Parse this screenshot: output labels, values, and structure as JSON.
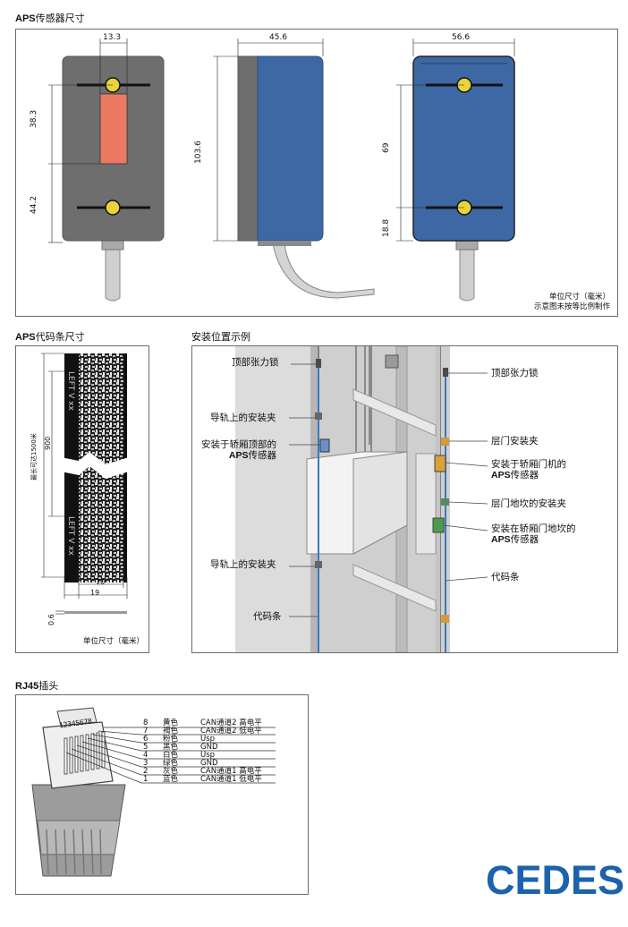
{
  "sections": {
    "sensor_dims": {
      "prefix": "APS",
      "title": "传感器尺寸"
    },
    "code_strip": {
      "prefix": "APS",
      "title": "代码条尺寸"
    },
    "installation": {
      "title": "安装位置示例"
    },
    "rj45": {
      "prefix": "RJ45",
      "title": "插头"
    }
  },
  "sensor_dims": {
    "front_width": "13.3",
    "front_upper": "38.3",
    "front_lower": "44.2",
    "side_depth": "45.6",
    "side_height": "103.6",
    "back_width": "56.6",
    "back_upper": "69",
    "back_lower": "18.8",
    "note_units": "单位尺寸（毫米）",
    "note_scale": "示意图未按等比例制作"
  },
  "code_strip": {
    "text_left": "LEFT",
    "text_v": "V",
    "text_xx": "xx",
    "max_length": "最长可达1500米",
    "segment": "900",
    "inner_width": "10",
    "outer_width": "19",
    "thickness": "0.6",
    "note_units": "单位尺寸（毫米）"
  },
  "installation": {
    "top_tension_left": "顶部张力锁",
    "rail_clip_upper": "导轨上的安装夹",
    "car_top_sensor_line1": "安装于轿厢顶部的",
    "car_top_sensor_prefix": "APS",
    "car_top_sensor_suffix": "传感器",
    "rail_clip_lower": "导轨上的安装夹",
    "code_strip_left": "代码条",
    "top_tension_right": "顶部张力锁",
    "landing_door_clip": "层门安装夹",
    "door_machine_line1": "安装于轿厢门机的",
    "door_machine_prefix": "APS",
    "door_machine_suffix": "传感器",
    "landing_sill_clip": "层门地坎的安装夹",
    "door_sill_line1": "安装在轿厢门地坎的",
    "door_sill_prefix": "APS",
    "door_sill_suffix": "传感器",
    "code_strip_right": "代码条"
  },
  "rj45": {
    "pin_numbers_text": "12345678",
    "pins": [
      {
        "pin": "8",
        "color": "黄色",
        "signal": "CAN通道2 高电平"
      },
      {
        "pin": "7",
        "color": "褐色",
        "signal": "CAN通道2 低电平"
      },
      {
        "pin": "6",
        "color": "粉色",
        "signal": "Usp"
      },
      {
        "pin": "5",
        "color": "黑色",
        "signal": "GND"
      },
      {
        "pin": "4",
        "color": "白色",
        "signal": "Usp"
      },
      {
        "pin": "3",
        "color": "绿色",
        "signal": "GND"
      },
      {
        "pin": "2",
        "color": "灰色",
        "signal": "CAN通道1 高电平"
      },
      {
        "pin": "1",
        "color": "蓝色",
        "signal": "CAN通道1 低电平"
      }
    ]
  },
  "brand": {
    "logo_text": "CEDES",
    "color": "#1d62ad"
  },
  "colors": {
    "sensor_blue": "#3e68a3",
    "sensor_gray": "#6e6e6e",
    "window_red": "#ec7a62",
    "led_yellow": "#e8d33a"
  }
}
